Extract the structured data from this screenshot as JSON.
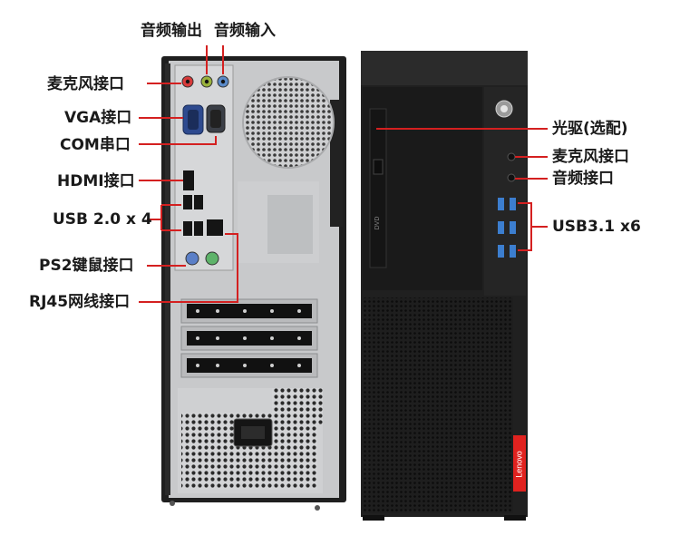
{
  "image": {
    "subject": "Lenovo desktop tower PC, rear I/O panel and front panel port diagram",
    "accent_color": "#d42020",
    "case_color": "#1c1c1c",
    "rear_panel_color": "#c9cacc"
  },
  "labels": {
    "rear": {
      "audio_out": "音频输出",
      "audio_in": "音频输入",
      "mic": "麦克风接口",
      "vga": "VGA接口",
      "com": "COM串口",
      "hdmi": "HDMI接口",
      "usb2": "USB 2.0 x 4",
      "ps2": "PS2键鼠接口",
      "rj45": "RJ45网线接口"
    },
    "front": {
      "optical": "光驱(选配)",
      "mic": "麦克风接口",
      "audio": "音频接口",
      "usb3": "USB3.1 x6"
    }
  },
  "brand": {
    "logo_text": "Lenovo",
    "dvd_text": "DVD"
  }
}
